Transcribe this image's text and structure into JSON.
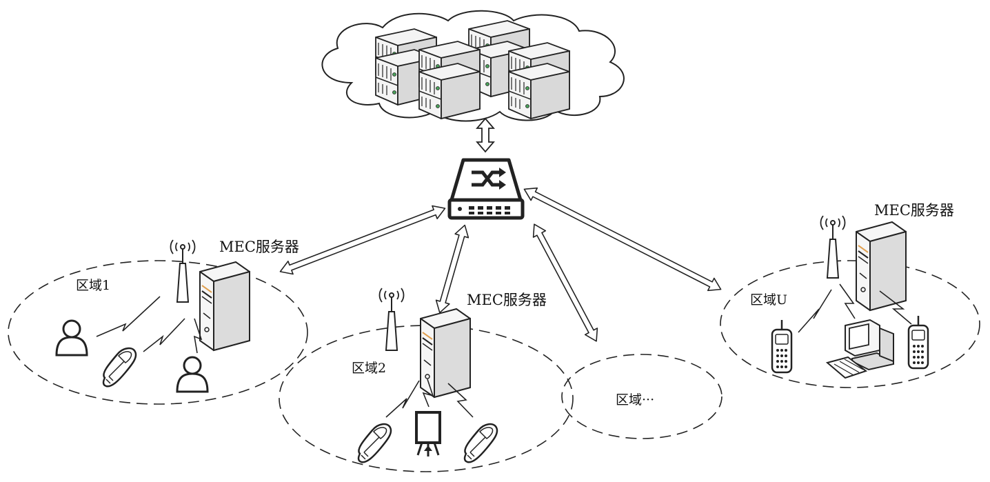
{
  "labels": {
    "mec_server": "MEC服务器",
    "region_1": "区域1",
    "region_2": "区域2",
    "region_more": "区域···",
    "region_u": "区域U"
  },
  "colors": {
    "stroke": "#222222",
    "server_fill": "#f6f6f6",
    "server_shade": "#d9d9d9",
    "accent_orange": "#e0a050",
    "accent_green": "#4aa05a"
  }
}
